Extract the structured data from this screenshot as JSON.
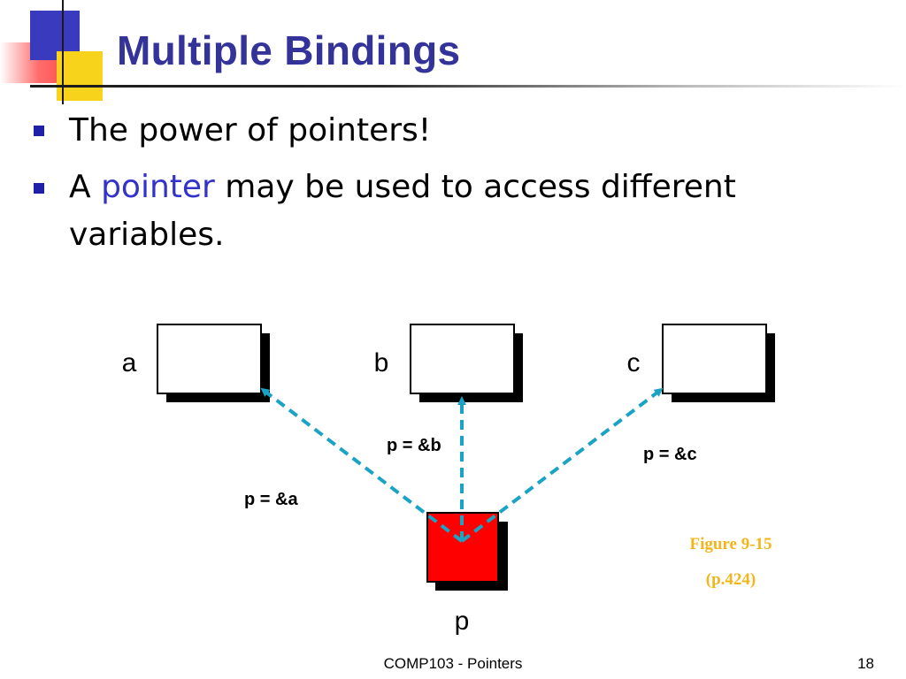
{
  "slide": {
    "title": "Multiple Bindings",
    "bullets": [
      {
        "segments": [
          {
            "text": "The power of pointers!"
          }
        ]
      },
      {
        "segments": [
          {
            "text": "A "
          },
          {
            "text": "pointer",
            "highlight": true
          },
          {
            "text": " may be used to access different"
          }
        ],
        "continuation": "variables."
      }
    ],
    "highlight_color": "#3333cc",
    "title_color": "#333399"
  },
  "diagram": {
    "variables": [
      {
        "id": "a",
        "label": "a"
      },
      {
        "id": "b",
        "label": "b"
      },
      {
        "id": "c",
        "label": "c"
      }
    ],
    "pointer": {
      "label": "p",
      "fill": "#ff0000"
    },
    "assignments": [
      {
        "target": "a",
        "text": "p = &a"
      },
      {
        "target": "b",
        "text": "p = &b"
      },
      {
        "target": "c",
        "text": "p = &c"
      }
    ],
    "arrow_color": "#1aa3c4",
    "figure_caption": "Figure 9-15",
    "figure_page": "(p.424)",
    "caption_color": "#f2b51a"
  },
  "footer": {
    "text": "COMP103 - Pointers",
    "page": "18"
  }
}
